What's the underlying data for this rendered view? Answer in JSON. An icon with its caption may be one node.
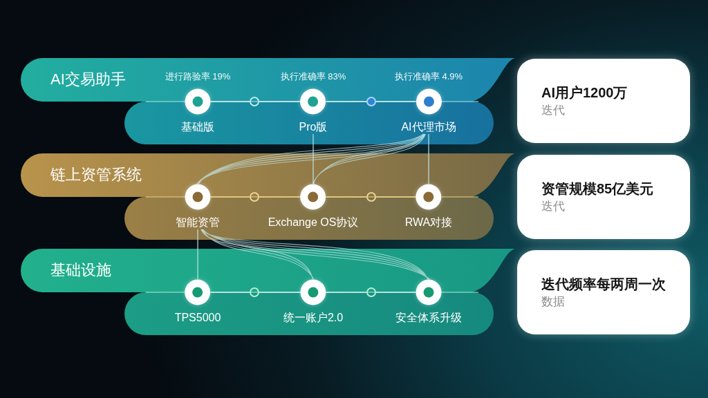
{
  "diagram": {
    "nodes": [
      {
        "text": [
          "AI交易助手"
        ]
      },
      {
        "text": [
          "基础版"
        ],
        "in": 0,
        "beside": [
          "进行路验率 19%"
        ]
      },
      {
        "text": [],
        "shape": "circle",
        "in": 0
      },
      {
        "text": [
          "Pro版"
        ],
        "in": 0,
        "beside": [
          "执行准确率 83%"
        ]
      },
      {
        "text": [],
        "shape": "circle",
        "in": 0
      },
      {
        "text": [
          "AI代理市场"
        ],
        "in": 0,
        "beside": [
          "执行准确率 4.9%"
        ]
      },
      {
        "text": [
          "AI用户1200万",
          "迭代"
        ]
      },
      {
        "text": [
          "链上资管系统"
        ]
      },
      {
        "text": [
          "智能资管"
        ],
        "in": 7
      },
      {
        "text": [],
        "shape": "circle",
        "in": 7
      },
      {
        "text": [
          "Exchange OS协议"
        ],
        "in": 7
      },
      {
        "text": [],
        "shape": "circle",
        "in": 7
      },
      {
        "text": [
          "RWA对接"
        ],
        "in": 7
      },
      {
        "text": [
          "资管规模85亿美元",
          "迭代"
        ]
      },
      {
        "text": [
          "基础设施"
        ]
      },
      {
        "text": [
          "TPS5000"
        ],
        "in": 14
      },
      {
        "text": [],
        "shape": "circle",
        "in": 14
      },
      {
        "text": [
          "统一账户2.0"
        ],
        "in": 14
      },
      {
        "text": [],
        "shape": "circle",
        "in": 14
      },
      {
        "text": [
          "安全体系升级"
        ],
        "in": 14
      },
      {
        "text": [
          "迭代频率每两周一次",
          "数据"
        ]
      }
    ],
    "edges": [
      {
        "from": 1,
        "to": 2,
        "arrow": "none"
      },
      {
        "from": 2,
        "to": 3,
        "arrow": "none"
      },
      {
        "from": 3,
        "to": 4,
        "arrow": "none"
      },
      {
        "from": 4,
        "to": 5,
        "arrow": "none"
      },
      {
        "from": 3,
        "to": 10,
        "arrow": "none"
      },
      {
        "from": 5,
        "to": 8,
        "arrow": "none"
      },
      {
        "from": 5,
        "to": 10,
        "arrow": "none"
      },
      {
        "from": 5,
        "to": 12,
        "arrow": "none"
      },
      {
        "from": 8,
        "to": 9,
        "arrow": "none",
        "color": "#e3c97f"
      },
      {
        "from": 9,
        "to": 10,
        "arrow": "none",
        "color": "#e3c97f"
      },
      {
        "from": 10,
        "to": 11,
        "arrow": "none",
        "color": "#e3c97f"
      },
      {
        "from": 11,
        "to": 12,
        "arrow": "none",
        "color": "#e3c97f"
      },
      {
        "from": 8,
        "to": 15,
        "arrow": "none"
      },
      {
        "from": 8,
        "to": 17,
        "arrow": "none"
      },
      {
        "from": 8,
        "to": 19,
        "arrow": "none"
      },
      {
        "from": 15,
        "to": 16,
        "arrow": "none"
      },
      {
        "from": 16,
        "to": 17,
        "arrow": "none"
      },
      {
        "from": 17,
        "to": 18,
        "arrow": "none"
      },
      {
        "from": 18,
        "to": 19,
        "arrow": "none"
      }
    ]
  }
}
